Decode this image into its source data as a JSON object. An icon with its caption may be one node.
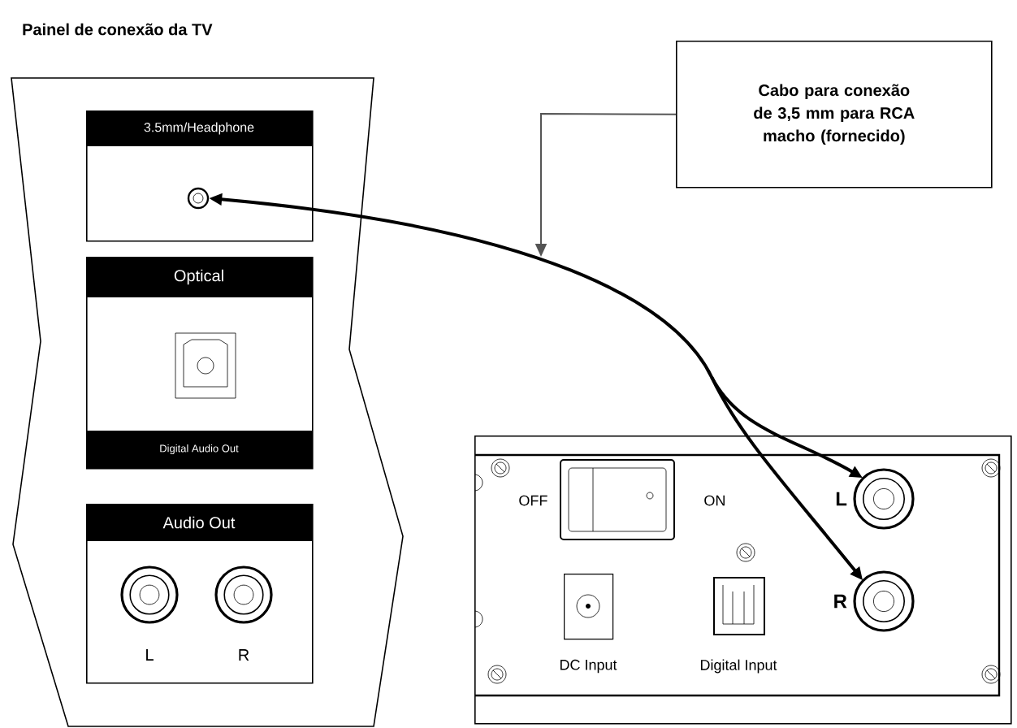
{
  "diagram": {
    "nodes": [
      {
        "text": [
          "Painel de conexão da TV"
        ]
      },
      {
        "text": [
          "3.5mm/Headphone"
        ],
        "in": 0
      },
      {
        "text": [],
        "shape": "circle",
        "in": 1
      },
      {
        "text": [
          "Optical",
          "Digital Audio Out"
        ],
        "in": 0
      },
      {
        "text": [
          "Audio Out",
          "L",
          "R"
        ],
        "in": 0
      },
      {
        "text": [
          "Cabo para conexão de 3,5 mm para RCA macho (fornecido)"
        ]
      },
      {
        "text": [],
        "shape": "box"
      },
      {
        "text": [],
        "shape": "circle",
        "in": 6,
        "beside": [
          "L"
        ]
      },
      {
        "text": [],
        "shape": "circle",
        "in": 6,
        "beside": [
          "R"
        ]
      },
      {
        "text": [],
        "shape": "box",
        "in": 6,
        "beside": [
          "DC Input"
        ]
      },
      {
        "text": [],
        "shape": "box",
        "in": 6,
        "beside": [
          "Digital Input"
        ]
      }
    ],
    "edges": [
      {
        "from": 5,
        "to": null,
        "arrow": "to",
        "color": "#555555"
      },
      {
        "from": 2,
        "to": 7,
        "arrow": "both"
      },
      {
        "from": 2,
        "to": 8,
        "arrow": "both"
      }
    ],
    "labels": [
      "OFF",
      "ON"
    ]
  }
}
